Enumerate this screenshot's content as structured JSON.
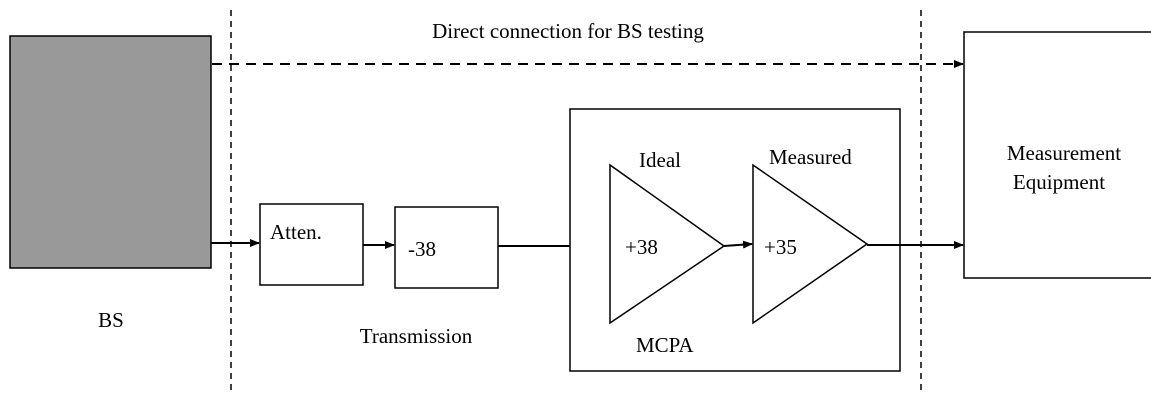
{
  "diagram": {
    "direct_connection_label": "Direct connection for BS testing",
    "bs_label": "BS",
    "atten_label": "Atten.",
    "transmission_block_value": "-38",
    "transmission_label": "Transmission",
    "ideal_label": "Ideal",
    "ideal_gain": "+38",
    "measured_label": "Measured",
    "measured_gain": "+35",
    "mcpa_label": "MCPA",
    "equipment_line1": "Measurement",
    "equipment_line2": "Equipment"
  },
  "colors": {
    "bs_fill": "#999999",
    "stroke": "#000000",
    "background": "#ffffff"
  }
}
